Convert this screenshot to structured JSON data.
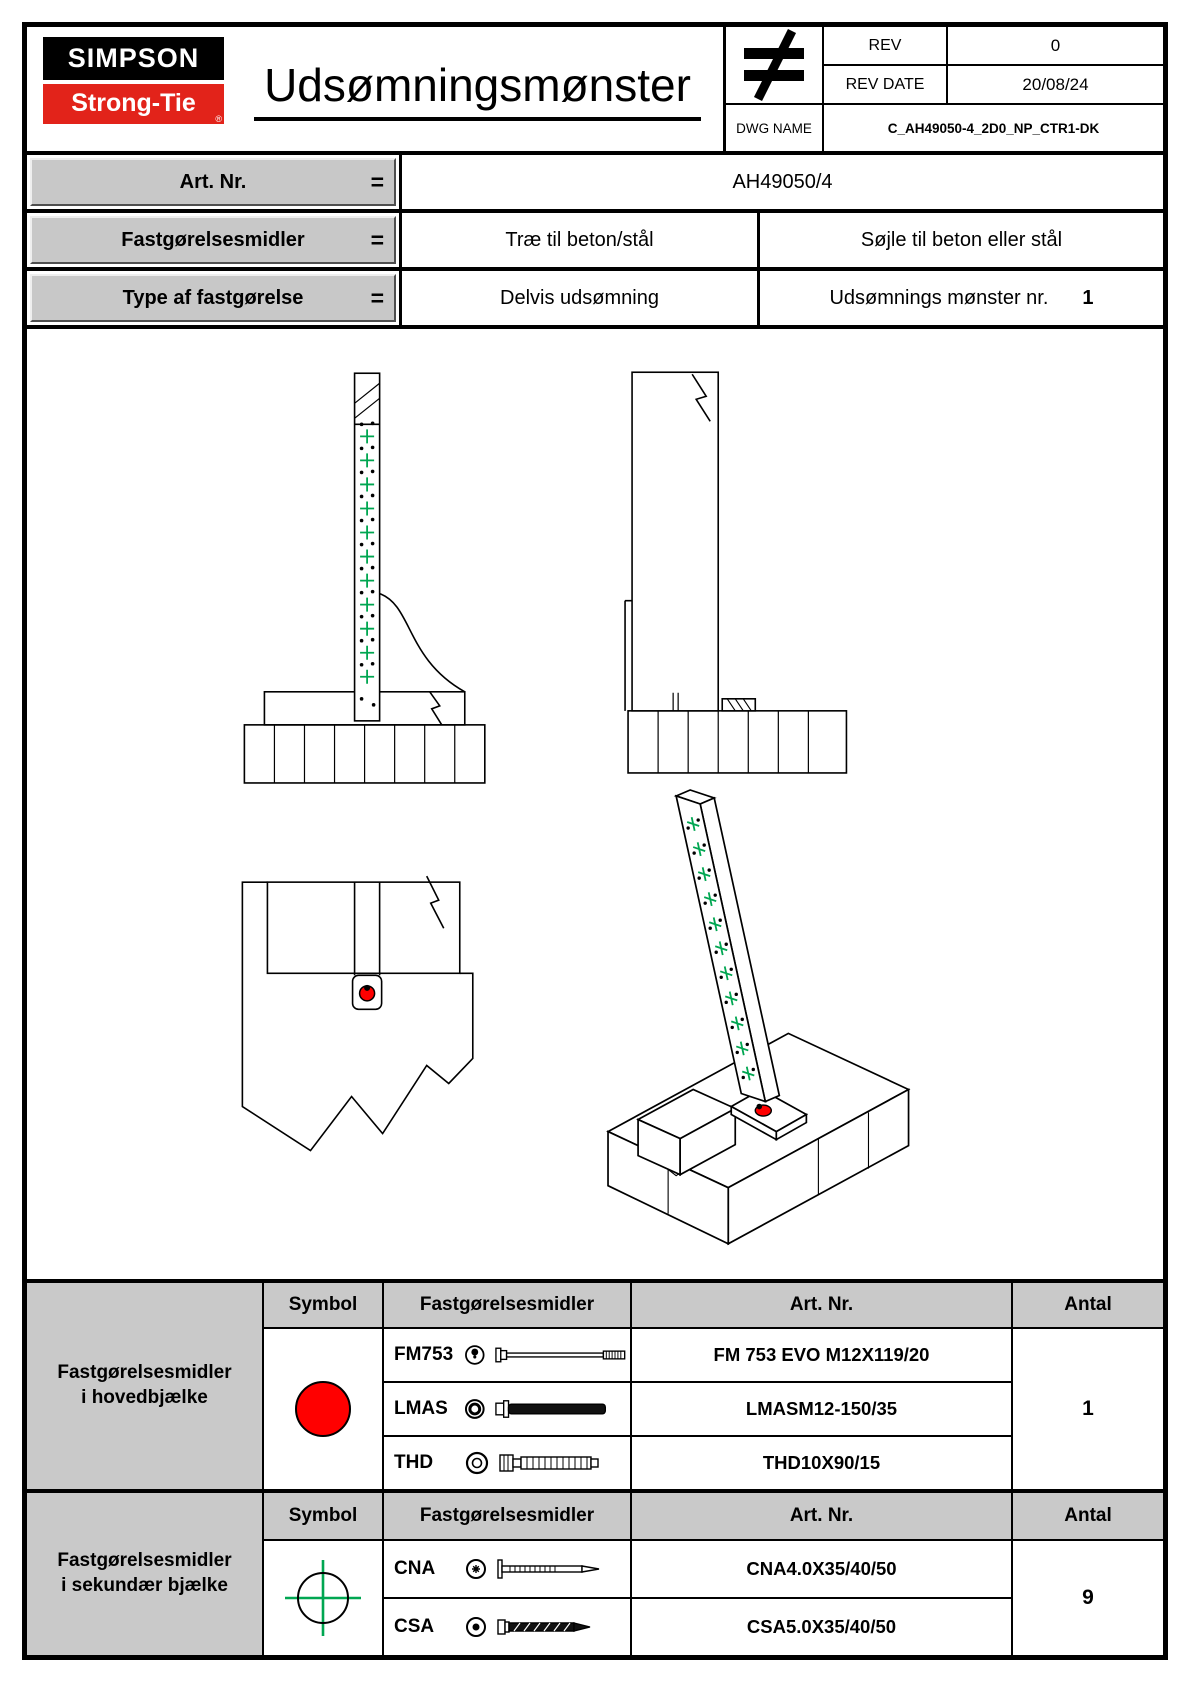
{
  "colors": {
    "brand_red": "#e2231a",
    "symbol_red": "#ff0000",
    "nail_green": "#00a651",
    "cell_gray": "#c8c8c8"
  },
  "icons": {
    "not_equal": "≠",
    "main_beam_symbol": "●",
    "secondary_beam_symbol": "⊕",
    "anchor_marker": "red circle with black pin"
  },
  "header": {
    "logo_line1": "SIMPSON",
    "logo_line2": "Strong-Tie",
    "logo_reg": "®",
    "title": "Udsømningsmønster",
    "rev_label": "REV",
    "rev_value": "0",
    "rev_date_label": "REV DATE",
    "rev_date_value": "20/08/24",
    "dwg_name_label": "DWG NAME",
    "dwg_name_value": "C_AH49050-4_2D0_NP_CTR1-DK"
  },
  "info": {
    "art_nr": {
      "label": "Art. Nr.",
      "eq": "=",
      "value": "AH49050/4"
    },
    "fastener": {
      "label": "Fastgørelsesmidler",
      "eq": "=",
      "value1": "Træ til beton/stål",
      "value2": "Søjle til beton eller stål"
    },
    "type": {
      "label": "Type af fastgørelse",
      "eq": "=",
      "value1": "Delvis udsømning",
      "value2_label": "Udsømnings mønster nr.",
      "value2_number": "1"
    }
  },
  "fastener_tables": [
    {
      "group_label": "Fastgørelsesmidler i hovedbjælke",
      "headers": {
        "symbol": "Symbol",
        "fastener": "Fastgørelsesmidler",
        "art_nr": "Art. Nr.",
        "qty": "Antal"
      },
      "qty": "1",
      "rows": [
        {
          "name": "FM753",
          "art_nr": "FM 753 EVO M12X119/20"
        },
        {
          "name": "LMAS",
          "art_nr": "LMASM12-150/35"
        },
        {
          "name": "THD",
          "art_nr": "THD10X90/15"
        }
      ]
    },
    {
      "group_label": "Fastgørelsesmidler i sekundær bjælke",
      "headers": {
        "symbol": "Symbol",
        "fastener": "Fastgørelsesmidler",
        "art_nr": "Art. Nr.",
        "qty": "Antal"
      },
      "qty": "9",
      "rows": [
        {
          "name": "CNA",
          "art_nr": "CNA4.0X35/40/50"
        },
        {
          "name": "CSA",
          "art_nr": "CSA5.0X35/40/50"
        }
      ]
    }
  ]
}
